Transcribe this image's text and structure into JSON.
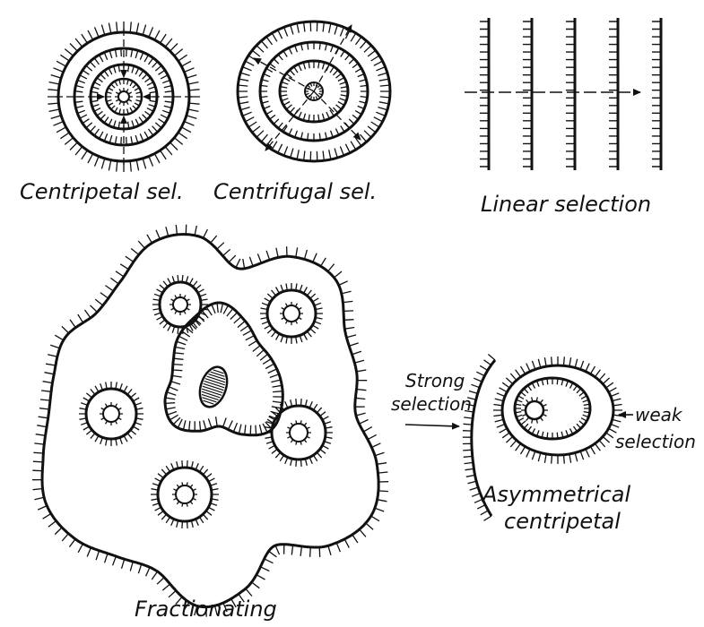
{
  "labels": {
    "centripetal": "Centripetal sel.",
    "centrifugal": "Centrifugal sel.",
    "linear": "Linear selection",
    "fractionating": "Fractionating",
    "strong_line1": "Strong",
    "strong_line2": "selection",
    "weak_line1": "weak",
    "weak_line2": "selection",
    "asym_line1": "Asymmetrical",
    "asym_line2": "centripetal"
  },
  "colors": {
    "ink": "#111111",
    "paper": "#ffffff"
  }
}
